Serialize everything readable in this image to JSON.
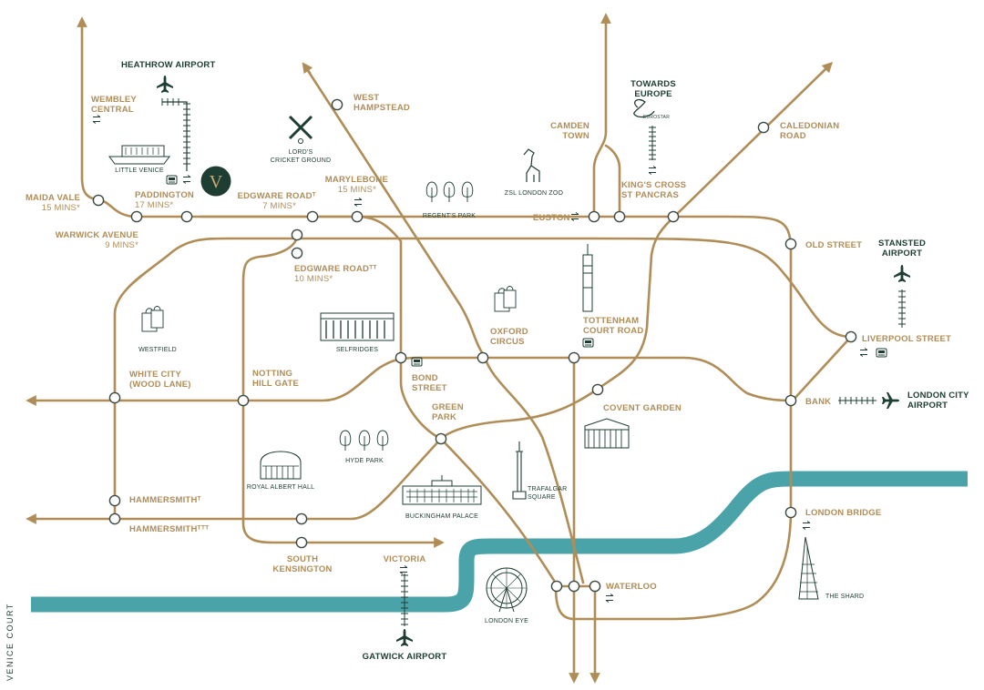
{
  "brand": {
    "logo_letter": "V",
    "side_text": "VENICE COURT"
  },
  "colors": {
    "line": "#b08d57",
    "river": "#4aa3a8",
    "dark": "#1e3d33",
    "station_stroke": "#3d4a44"
  },
  "stations": {
    "wembley": [
      "WEMBLEY",
      "CENTRAL"
    ],
    "paddington": "PADDINGTON",
    "paddington_time": "17 MINS*",
    "maida_vale": "MAIDA VALE",
    "maida_vale_time": "15 MINS*",
    "warwick_avenue": "WARWICK AVENUE",
    "warwick_avenue_time": "9 MINS*",
    "edgware_road_1": "EDGWARE ROADᵀ",
    "edgware_road_1_time": "7 MINS*",
    "edgware_road_2": "EDGWARE ROADᵀᵀ",
    "edgware_road_2_time": "10 MINS*",
    "marylebone": "MARYLEBONE",
    "marylebone_time": "15 MINS*",
    "west_hampstead": [
      "WEST",
      "HAMPSTEAD"
    ],
    "camden_town": [
      "CAMDEN",
      "TOWN"
    ],
    "kings_cross": [
      "KING'S CROSS",
      "ST PANCRAS"
    ],
    "caledonian_road": [
      "CALEDONIAN",
      "ROAD"
    ],
    "euston": "EUSTON",
    "old_street": "OLD STREET",
    "liverpool_street": "LIVERPOOL STREET",
    "bank": "BANK",
    "oxford_circus": [
      "OXFORD",
      "CIRCUS"
    ],
    "tottenham_court_road": [
      "TOTTENHAM",
      "COURT ROAD"
    ],
    "bond_street": [
      "BOND",
      "STREET"
    ],
    "green_park": [
      "GREEN",
      "PARK"
    ],
    "covent_garden": "COVENT GARDEN",
    "white_city": [
      "WHITE CITY",
      "(WOOD LANE)"
    ],
    "notting_hill_gate": [
      "NOTTING",
      "HILL GATE"
    ],
    "hammersmith_1": "HAMMERSMITHᵀ",
    "hammersmith_2": "HAMMERSMITHᵀᵀᵀ",
    "south_kensington": [
      "SOUTH",
      "KENSINGTON"
    ],
    "victoria": "VICTORIA",
    "waterloo": "WATERLOO",
    "london_bridge": "LONDON BRIDGE"
  },
  "airports": {
    "heathrow": "HEATHROW AIRPORT",
    "gatwick": "GATWICK AIRPORT",
    "stansted": [
      "STANSTED",
      "AIRPORT"
    ],
    "london_city": [
      "LONDON CITY",
      "AIRPORT"
    ],
    "europe": [
      "TOWARDS",
      "EUROPE"
    ],
    "eurostar": "EUROSTAR"
  },
  "landmarks": {
    "little_venice": "LITTLE VENICE",
    "lords": [
      "LORD'S",
      "CRICKET GROUND"
    ],
    "regents_park": "REGENT'S PARK",
    "zsl_zoo": "ZSL LONDON ZOO",
    "westfield": "WESTFIELD",
    "selfridges": "SELFRIDGES",
    "hyde_park": "HYDE PARK",
    "royal_albert_hall": "ROYAL ALBERT HALL",
    "buckingham_palace": "BUCKINGHAM PALACE",
    "trafalgar_square": [
      "TRAFALGAR",
      "SQUARE"
    ],
    "london_eye": "LONDON EYE",
    "the_shard": "THE SHARD"
  }
}
